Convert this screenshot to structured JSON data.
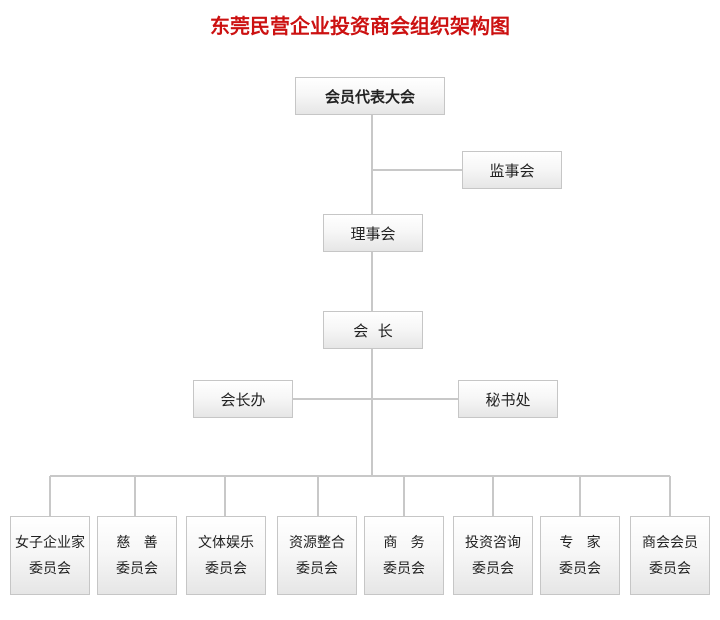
{
  "title": "东莞民营企业投资商会组织架构图",
  "nodes": {
    "assembly": "会员代表大会",
    "supervisory_board": "监事会",
    "council": "理事会",
    "president": "会  长",
    "president_office": "会长办",
    "secretariat": "秘书处"
  },
  "committees": [
    {
      "line1": "女子企业家",
      "line2": "委员会"
    },
    {
      "line1": "慈   善",
      "line2": "委员会"
    },
    {
      "line1": "文体娱乐",
      "line2": "委员会"
    },
    {
      "line1": "资源整合",
      "line2": "委员会"
    },
    {
      "line1": "商   务",
      "line2": "委员会"
    },
    {
      "line1": "投资咨询",
      "line2": "委员会"
    },
    {
      "line1": "专   家",
      "line2": "委员会"
    },
    {
      "line1": "商会会员",
      "line2": "委员会"
    }
  ],
  "colors": {
    "title": "#cc1111",
    "connector": "#c8c8c8",
    "box_border": "#c6c6c6"
  }
}
